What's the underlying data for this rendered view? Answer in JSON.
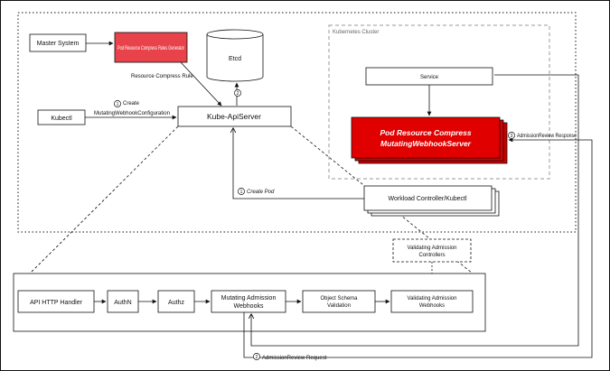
{
  "nodes": {
    "master_system": "Master System",
    "pod_resource_service": "Pod Resource Compress Rules Generator",
    "etcd": "Etcd",
    "kubectl": "Kubectl",
    "kube_apiserver": "Kube-ApiServer",
    "service": "Service",
    "webhook_server_line1": "Pod Resource Compress",
    "webhook_server_line2": "MutatingWebhookServer",
    "workload_controller": "Workload Controller/Kubectl",
    "validating_controller_line1": "Validating Admission",
    "validating_controller_line2": "Controllers",
    "api_http_handler": "API HTTP Handler",
    "authn": "AuthN",
    "authz": "Authz",
    "mutating_admission_line1": "Mutating Admission",
    "mutating_admission_line2": "Webhooks",
    "object_schema_line1": "Object Schema",
    "object_schema_line2": "Validation",
    "validating_webhooks_line1": "Validating Admission",
    "validating_webhooks_line2": "Webhooks"
  },
  "cluster_label": "Kubernetes Cluster",
  "edge_labels": {
    "compress_rule": "Resource Compress Rule",
    "create_num": "1",
    "create_label": "Create",
    "mutating_config": "MutatingWebhookConfiguration",
    "step2": "2",
    "create_pod_num": "1",
    "create_pod": "Create Pod",
    "admission_review_num": "3",
    "admission_review_response": "AdmissionReview Response",
    "admission_review_request_num": "2",
    "admission_review_request": "AdmissionReview Request"
  }
}
